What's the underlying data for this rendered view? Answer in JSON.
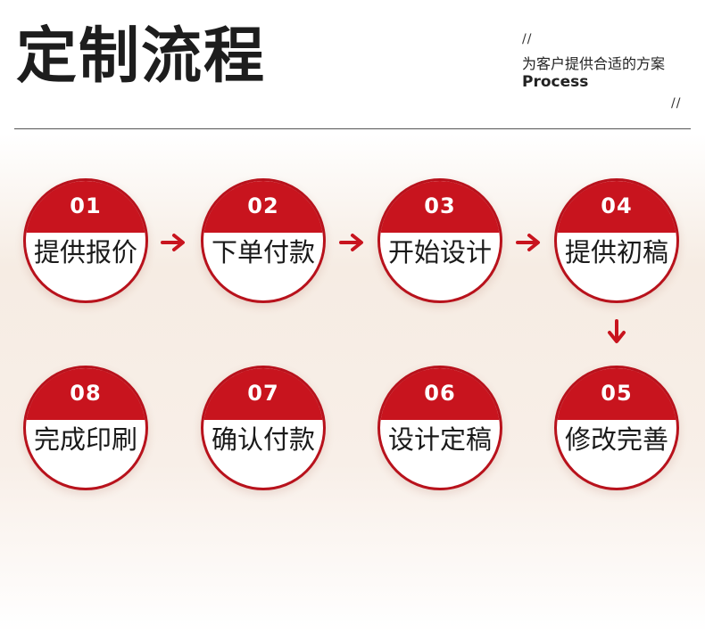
{
  "header": {
    "title": "定制流程",
    "slash_top": "//",
    "subtitle_cn": "为客户提供合适的方案",
    "subtitle_en": "Process",
    "slash_bottom": "//"
  },
  "colors": {
    "accent": "#c8141e",
    "border": "#b8121c",
    "text": "#1a1a1a"
  },
  "steps": [
    {
      "num": "01",
      "label": "提供报价"
    },
    {
      "num": "02",
      "label": "下单付款"
    },
    {
      "num": "03",
      "label": "开始设计"
    },
    {
      "num": "04",
      "label": "提供初稿"
    },
    {
      "num": "05",
      "label": "修改完善"
    },
    {
      "num": "06",
      "label": "设计定稿"
    },
    {
      "num": "07",
      "label": "确认付款"
    },
    {
      "num": "08",
      "label": "完成印刷"
    }
  ],
  "arrow_icons": [
    "arrow-right-icon",
    "arrow-right-icon",
    "arrow-right-icon",
    "arrow-down-icon"
  ]
}
